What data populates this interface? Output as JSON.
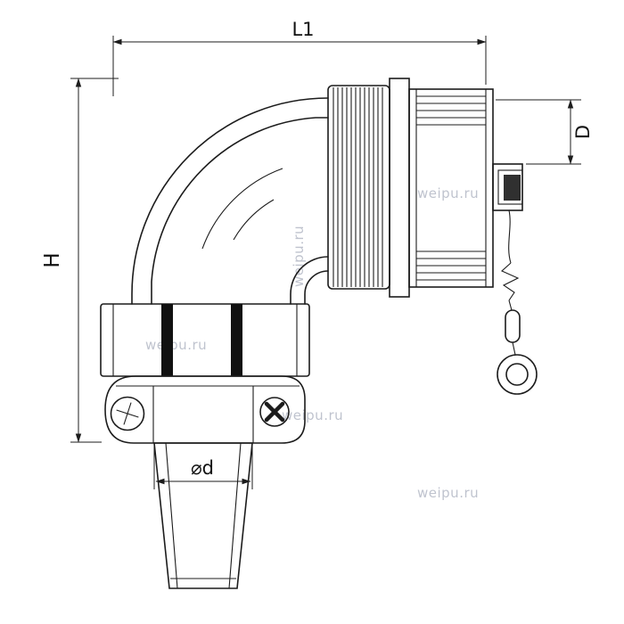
{
  "labels": {
    "l1": "L1",
    "h": "H",
    "d": "D",
    "phi_d": "⌀d"
  },
  "watermark": "weipu.ru",
  "colors": {
    "line": "#1c1c1c",
    "watermark": "#b4b9c6",
    "background": "#ffffff"
  }
}
